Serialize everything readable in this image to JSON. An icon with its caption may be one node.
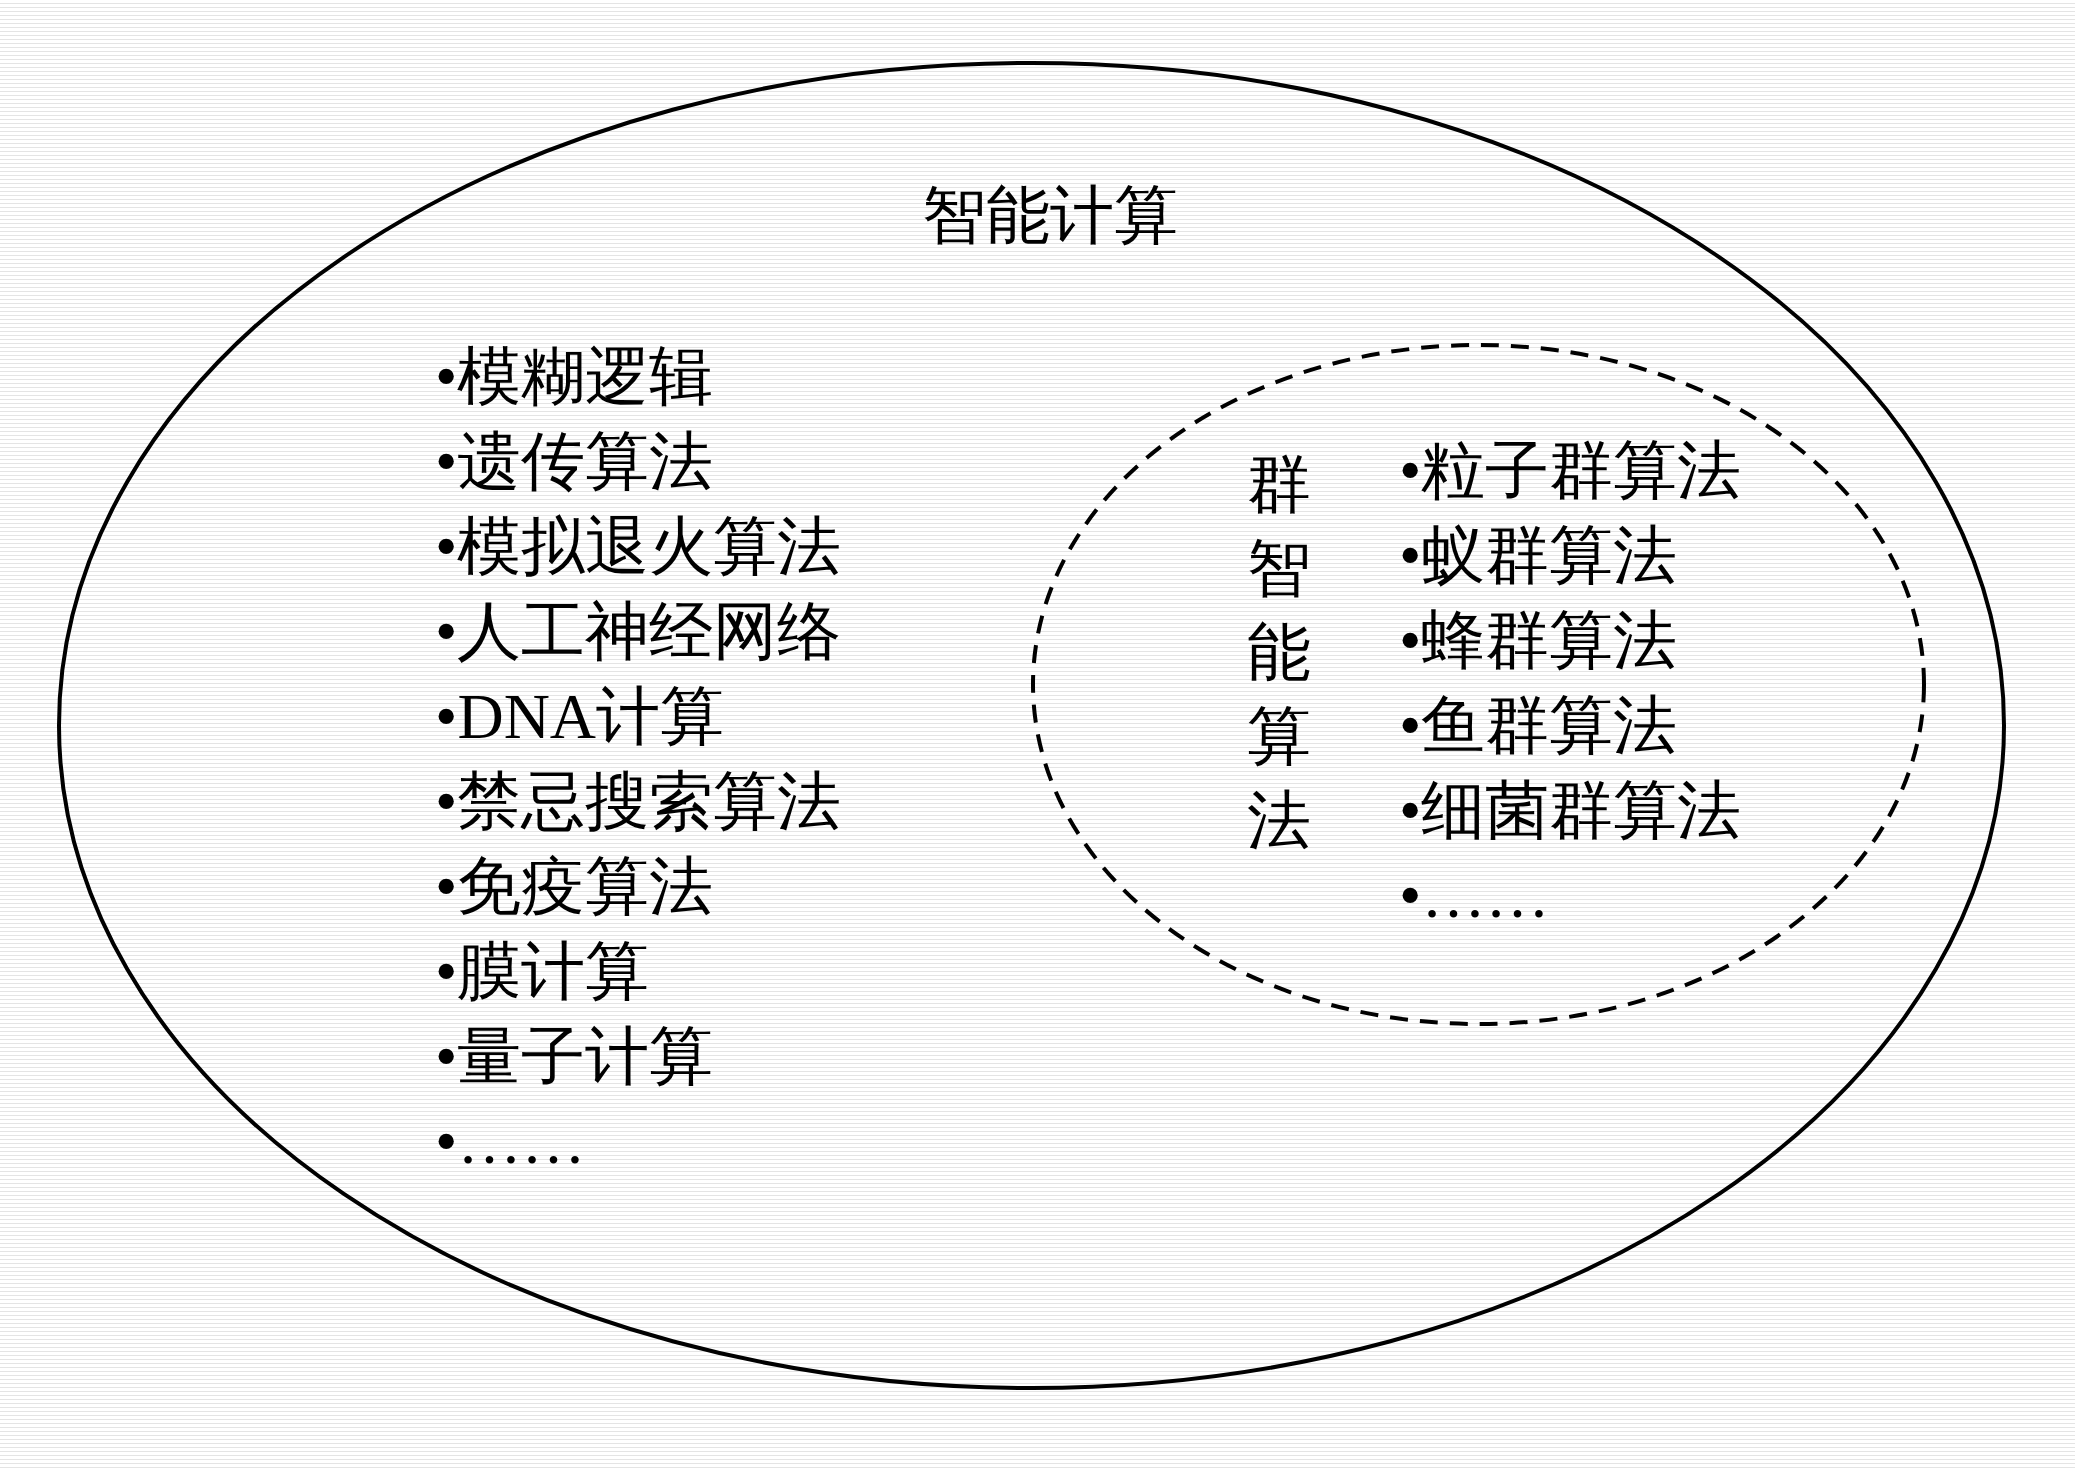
{
  "diagram": {
    "nodes": [
      {
        "text": [
          "智能计算",
          "•模糊逻辑",
          "•遗传算法",
          "•模拟退火算法",
          "•人工神经网络",
          "•DNA计算",
          "•禁忌搜索算法",
          "•免疫算法",
          "•膜计算",
          "•量子计算",
          "•……"
        ]
      },
      {
        "text": [
          "群智能算法",
          "•粒子群算法",
          "•蚁群算法",
          "•蜂群算法",
          "•鱼群算法",
          "•细菌群算法",
          "•……"
        ],
        "in": 0
      }
    ]
  }
}
